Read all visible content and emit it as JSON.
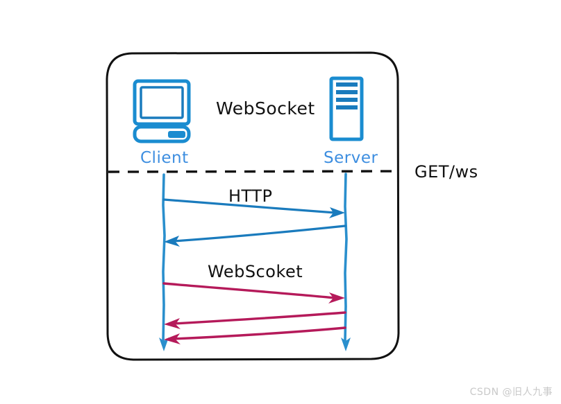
{
  "diagram": {
    "title": "WebSocket",
    "outer_box": {
      "shape": "rounded-rectangle",
      "stroke": "#111111"
    },
    "divider": {
      "style": "dashed",
      "stroke": "#111111"
    },
    "actors": [
      {
        "id": "client",
        "label": "Client",
        "icon": "desktop-computer-icon",
        "color": "#3d8ee0"
      },
      {
        "id": "server",
        "label": "Server",
        "icon": "server-tower-icon",
        "color": "#3d8ee0"
      }
    ],
    "annotations": [
      {
        "id": "handshake",
        "label": "GET/ws"
      }
    ],
    "phases": [
      {
        "id": "http-phase",
        "label": "HTTP",
        "color": "#1a7bbd",
        "messages": [
          {
            "direction": "client-to-server",
            "label": ""
          },
          {
            "direction": "server-to-client",
            "label": ""
          }
        ]
      },
      {
        "id": "websocket-phase",
        "label": "WebScoket",
        "color": "#b51a5a",
        "messages": [
          {
            "direction": "client-to-server",
            "label": ""
          },
          {
            "direction": "server-to-client",
            "label": ""
          },
          {
            "direction": "server-to-client",
            "label": ""
          }
        ]
      }
    ],
    "lifelines": {
      "color": "#1a7bbd",
      "terminator": "arrow-down"
    }
  },
  "watermark": {
    "text": "CSDN @旧人九事"
  },
  "colors": {
    "ink": "#111111",
    "actor_blue": "#3d8ee0",
    "line_blue": "#1a7bbd",
    "line_crimson": "#b51a5a",
    "watermark_grey": "#c9c9c9"
  }
}
